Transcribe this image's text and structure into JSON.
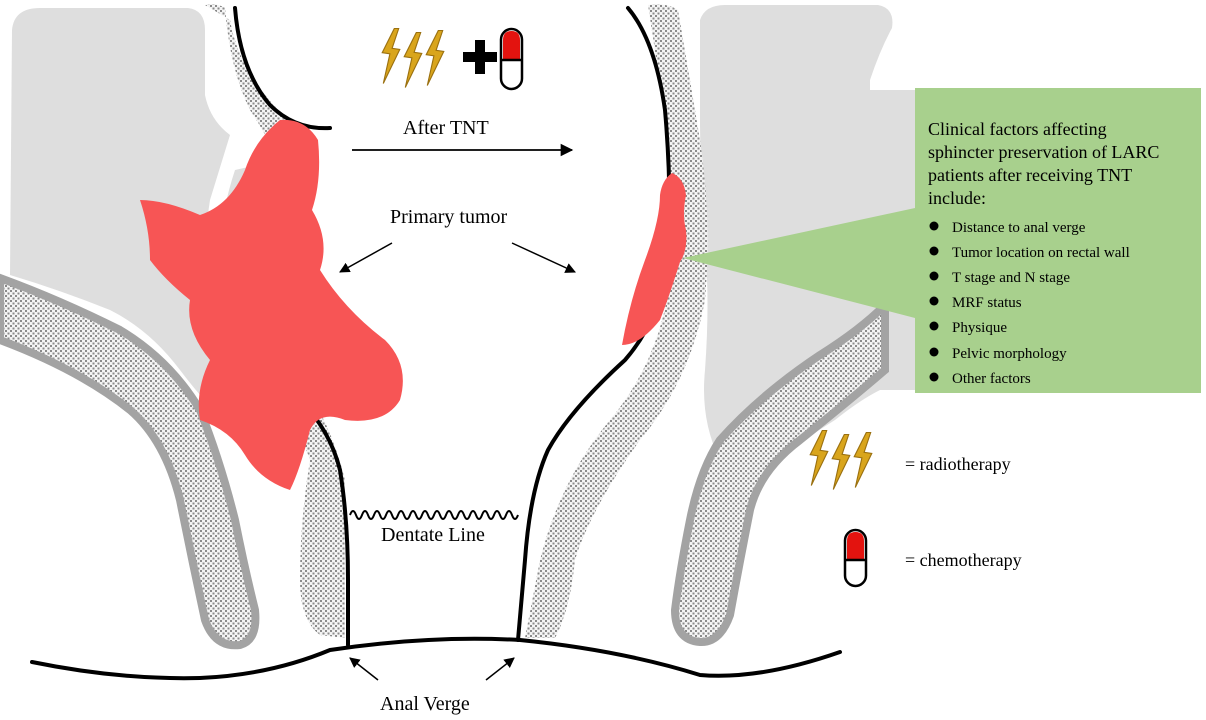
{
  "labels": {
    "after_tnt": "After TNT",
    "primary_tumor": "Primary tumor",
    "dentate_line": "Dentate Line",
    "anal_verge": "Anal Verge"
  },
  "callout": {
    "title_lines": [
      "Clinical factors affecting",
      "sphincter preservation of LARC",
      "patients after receiving TNT",
      "include:"
    ],
    "items": [
      "Distance to anal verge",
      "Tumor location on rectal wall",
      "T stage and N stage",
      "MRF status",
      "Physique",
      "Pelvic morphology",
      "Other factors"
    ]
  },
  "legend": {
    "radiotherapy": "=   radiotherapy",
    "chemotherapy": "=   chemotherapy"
  },
  "colors": {
    "tumor": "#f75555",
    "tissue_gray": "#dedede",
    "muscle_outline": "#a3a3a3",
    "callout_green": "#a8d08d",
    "lightning": "#d9a51c",
    "capsule_red": "#e3130f"
  },
  "icons": [
    "lightning-bolt-icon",
    "plus-icon",
    "capsule-icon"
  ]
}
